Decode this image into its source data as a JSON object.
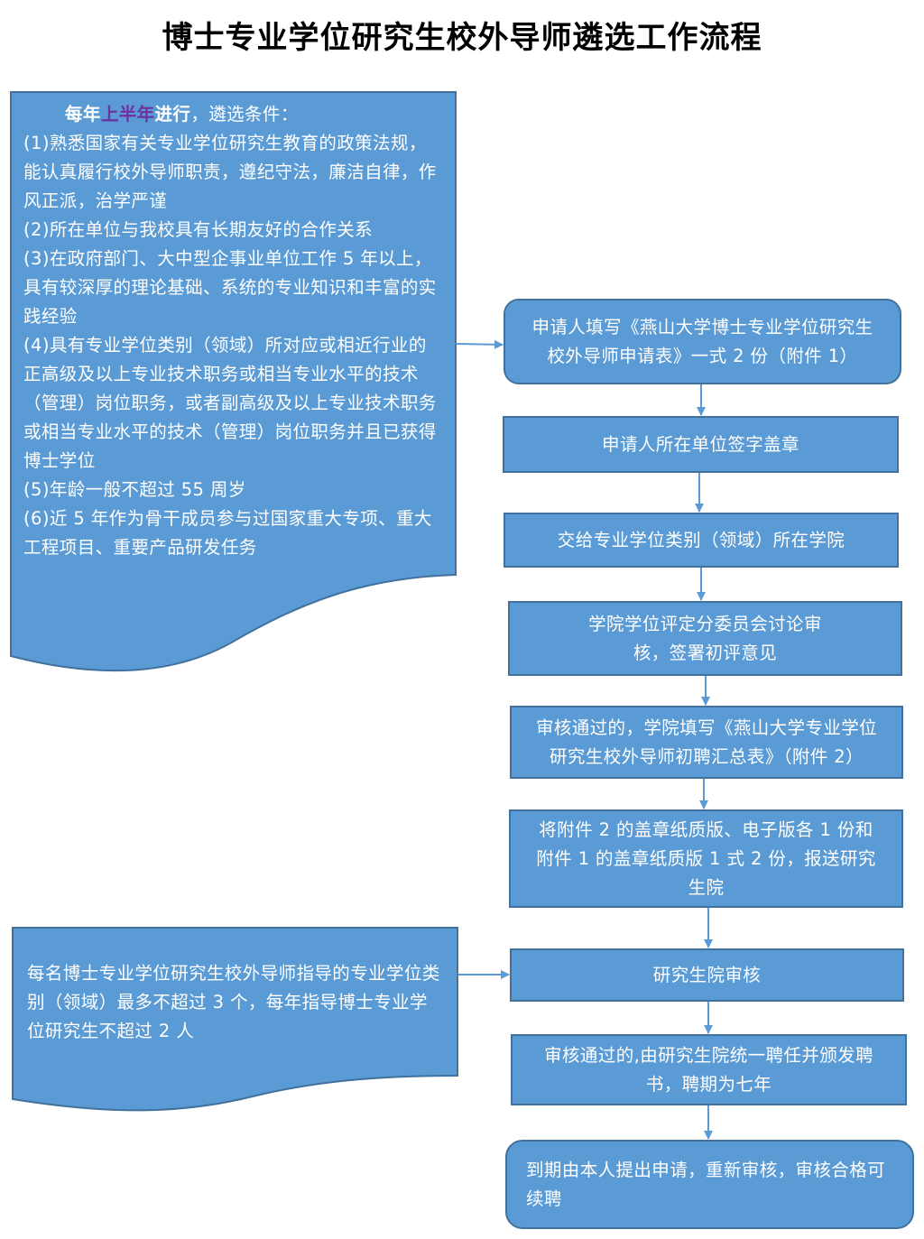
{
  "title": "博士专业学位研究生校外导师遴选工作流程",
  "colors": {
    "fill": "#5b9bd5",
    "stroke": "#41719c",
    "highlight": "#7030a0"
  },
  "conditions": {
    "intro_prefix": "每年",
    "intro_highlight": "上半年",
    "intro_bold_suffix": "进行",
    "intro_rest": "，遴选条件：",
    "items": [
      "(1)熟悉国家有关专业学位研究生教育的政策法规，能认真履行校外导师职责，遵纪守法，廉洁自律，作风正派，治学严谨",
      "(2)所在单位与我校具有长期友好的合作关系",
      "(3)在政府部门、大中型企事业单位工作 5 年以上，具有较深厚的理论基础、系统的专业知识和丰富的实践经验",
      "(4)具有专业学位类别（领域）所对应或相近行业的正高级及以上专业技术职务或相当专业水平的技术（管理）岗位职务，或者副高级及以上专业技术职务或相当专业水平的技术（管理）岗位职务并且已获得博士学位",
      "(5)年龄一般不超过 55 周岁",
      "(6)近 5 年作为骨干成员参与过国家重大专项、重大工程项目、重要产品研发任务"
    ]
  },
  "note": "每名博士专业学位研究生校外导师指导的专业学位类别（领域）最多不超过 3 个，每年指导博士专业学位研究生不超过 2 人",
  "steps": [
    "申请人填写《燕山大学博士专业学位研究生校外导师申请表》一式 2 份（附件 1）",
    "申请人所在单位签字盖章",
    "交给专业学位类别（领域）所在学院",
    "学院学位评定分委员会讨论审核，签署初评意见",
    "审核通过的，学院填写《燕山大学专业学位研究生校外导师初聘汇总表》（附件 2）",
    "将附件 2 的盖章纸质版、电子版各 1 份和附件 1 的盖章纸质版 1 式 2 份，报送研究生院",
    "研究生院审核",
    "审核通过的,由研究生院统一聘任并颁发聘书，聘期为七年",
    "到期由本人提出申请，重新审核，审核合格可续聘"
  ]
}
